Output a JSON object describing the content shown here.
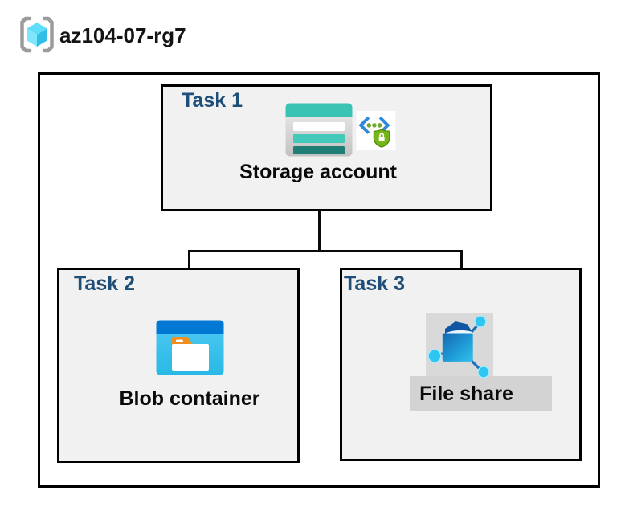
{
  "header": {
    "title": "az104-07-rg7",
    "icon": "azure-resource-group-icon"
  },
  "tasks": [
    {
      "label": "Task 1",
      "resource": "Storage account",
      "icons": [
        "storage-account-icon",
        "secure-endpoint-icon"
      ]
    },
    {
      "label": "Task 2",
      "resource": "Blob container",
      "icons": [
        "blob-container-icon"
      ]
    },
    {
      "label": "Task 3",
      "resource": "File share",
      "icons": [
        "file-share-icon"
      ]
    }
  ],
  "connections": [
    {
      "from": "Storage account",
      "to": "Blob container"
    },
    {
      "from": "Storage account",
      "to": "File share"
    }
  ],
  "colors": {
    "task_label": "#1F4E79",
    "box_fill": "#F1F1F1",
    "box_border": "#000000",
    "connector": "#000000",
    "storage_teal": "#38C3B2",
    "storage_teal_dark": "#207E74",
    "blob_header_blue": "#0078D4",
    "blob_body_cyan": "#3DC2EC",
    "folder_tab_orange": "#F08E1E",
    "file_share_blue": "#1668B0",
    "node_cyan": "#2EC6F1",
    "security_shield_green": "#74B717",
    "security_chevron_blue": "#2F89DB",
    "icon_backdrop_gray": "#D9D9D9",
    "label_highlight_gray": "#D3D3D3",
    "rg_bracket_gray": "#9B9B9B",
    "rg_cube_cyan": "#55DBF6"
  }
}
